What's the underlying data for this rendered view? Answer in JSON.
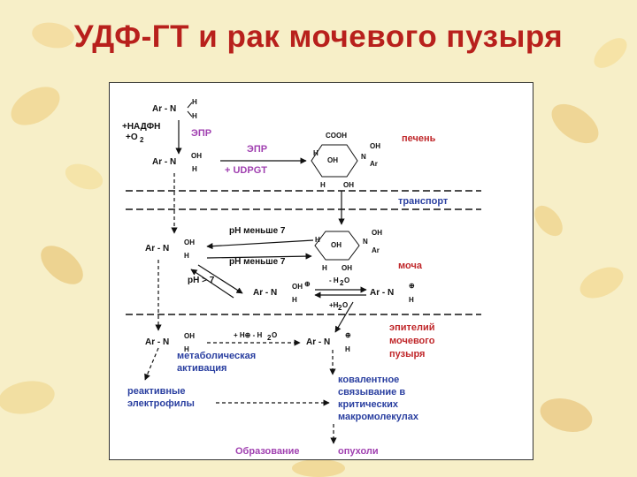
{
  "title": "УДФ-ГТ и рак мочевого пузыря",
  "diagram": {
    "compounds": {
      "arylamine": "Ar - N",
      "h": "H",
      "oh": "OH",
      "n": "N",
      "cooh": "COOH",
      "ar": "Ar",
      "o": "O",
      "plus": "⊕"
    },
    "labels": {
      "nadph": "+НАДФН",
      "o2": "+O",
      "o2_sub": "2",
      "epr_left": "ЭПР",
      "epr_mid": "ЭПР",
      "udpgt": "+ UDPGT",
      "liver": "печень",
      "transport": "транспорт",
      "ph_less7_a": "pH меньше 7",
      "ph_less7_b": "pH меньше 7",
      "ph_more7": "pH > 7",
      "urine": "моча",
      "minus_h2o_a": "- H",
      "minus_h2o_a2": "O",
      "minus_h2o_b": "+H",
      "minus_h2o_b2": "O",
      "h_plus_h2o": "+ H⊕ - H",
      "h_plus_h2o2": "O",
      "sub2": "2",
      "epithelium_1": "эпителий",
      "epithelium_2": "мочевого",
      "epithelium_3": "пузыря",
      "metab_1": "метаболическая",
      "metab_2": "активация",
      "react_1": "реактивные",
      "react_2": "электрофилы",
      "cov_1": "ковалентное",
      "cov_2": "связывание в",
      "cov_3": "критических",
      "cov_4": "макромолекулах",
      "formation": "Образование",
      "tumor": "опухоли"
    }
  }
}
